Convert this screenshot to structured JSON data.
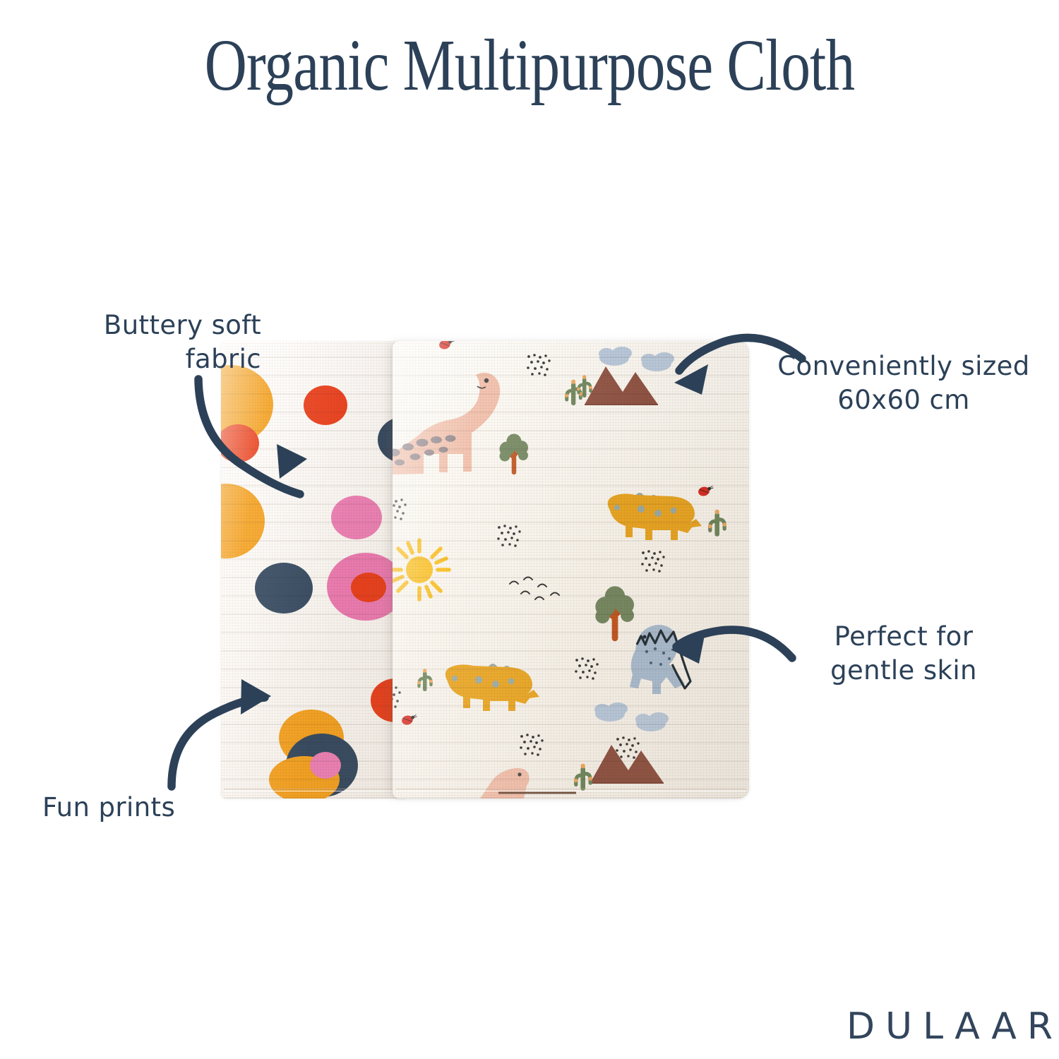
{
  "page": {
    "background_color": "#ffffff",
    "accent_navy": "#2c4158"
  },
  "header": {
    "title": "Organic Multipurpose Cloth"
  },
  "annotations": [
    {
      "id": "buttery-soft-fabric",
      "text": "Buttery soft\nfabric",
      "align": "right",
      "position": "top-left",
      "arrow": "curve-right-down"
    },
    {
      "id": "conveniently-sized",
      "text": "Conveniently sized\n60x60 cm",
      "align": "center",
      "position": "top-right",
      "arrow": "curve-left-down"
    },
    {
      "id": "perfect-for-gentle-skin",
      "text": "Perfect for\ngentle skin",
      "align": "center",
      "position": "bottom-right",
      "arrow": "curve-left"
    },
    {
      "id": "fun-prints",
      "text": "Fun prints",
      "align": "left",
      "position": "bottom-left",
      "arrow": "curve-right-up"
    }
  ],
  "product": {
    "name": "Organic Multipurpose Cloth",
    "size": "60x60 cm",
    "cloths": [
      {
        "id": "polka-dot-cloth",
        "print": "polka dots",
        "base_color": "#fdfaf6",
        "dot_colors": [
          "#f6a01b",
          "#ec3c16",
          "#ef7fb6",
          "#31465e",
          "#8c9418"
        ]
      },
      {
        "id": "dinosaur-cloth",
        "print": "dinosaurs, mountains, cacti, trees, sun, birds, clouds, ladybugs",
        "base_color": "#faf6ee",
        "motif_colors": {
          "brontosaurus": "#f2bda7",
          "stegosaurus": "#eaa41c",
          "stegosaurus_plates": "#9aa9a0",
          "spiky_dino": "#a9bdd2",
          "mountain": "#8d4f3f",
          "cloud": "#b4c6dc",
          "cactus": "#6c8559",
          "cactus_flower": "#f0a55a",
          "tree_foliage": "#72865e",
          "tree_trunk": "#c0531c",
          "sun": "#fbbc12",
          "ladybug": "#d9261c",
          "speckle": "#1d1d1d"
        }
      }
    ]
  },
  "brand": {
    "name": "DULAAR"
  }
}
